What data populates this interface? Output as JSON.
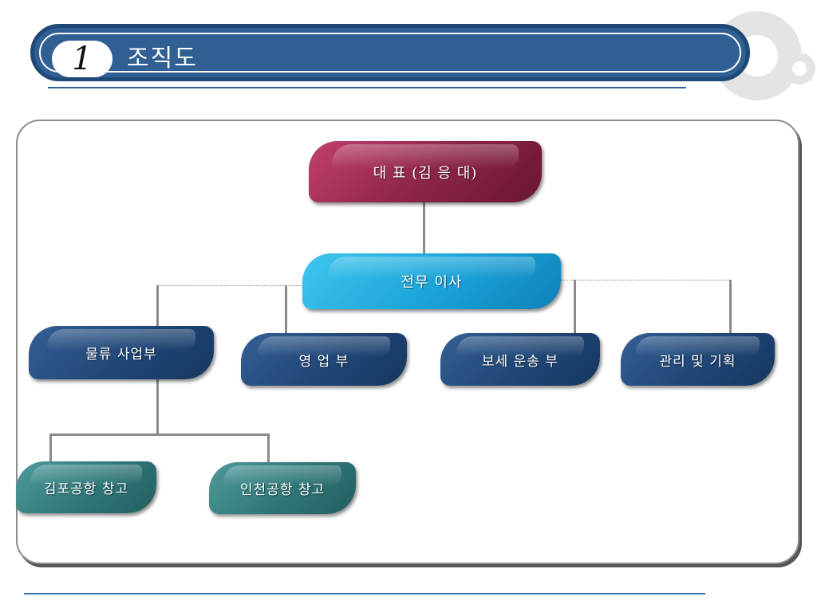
{
  "header": {
    "section_number": "1",
    "title": "조직도"
  },
  "org_chart": {
    "ceo": "대 표 (김 응 대)",
    "director": "전무 이사",
    "departments": [
      "물류 사업부",
      "영 업 부",
      "보세 운송 부",
      "관리 및 기획"
    ],
    "warehouses": [
      "김포공항 창고",
      "인천공항 창고"
    ]
  },
  "colors": {
    "banner": "#2f5f93",
    "ceo_node": "#8a2348",
    "director_node": "#1aa3d8",
    "department_node": "#1f4675",
    "warehouse_node": "#2f7677"
  }
}
